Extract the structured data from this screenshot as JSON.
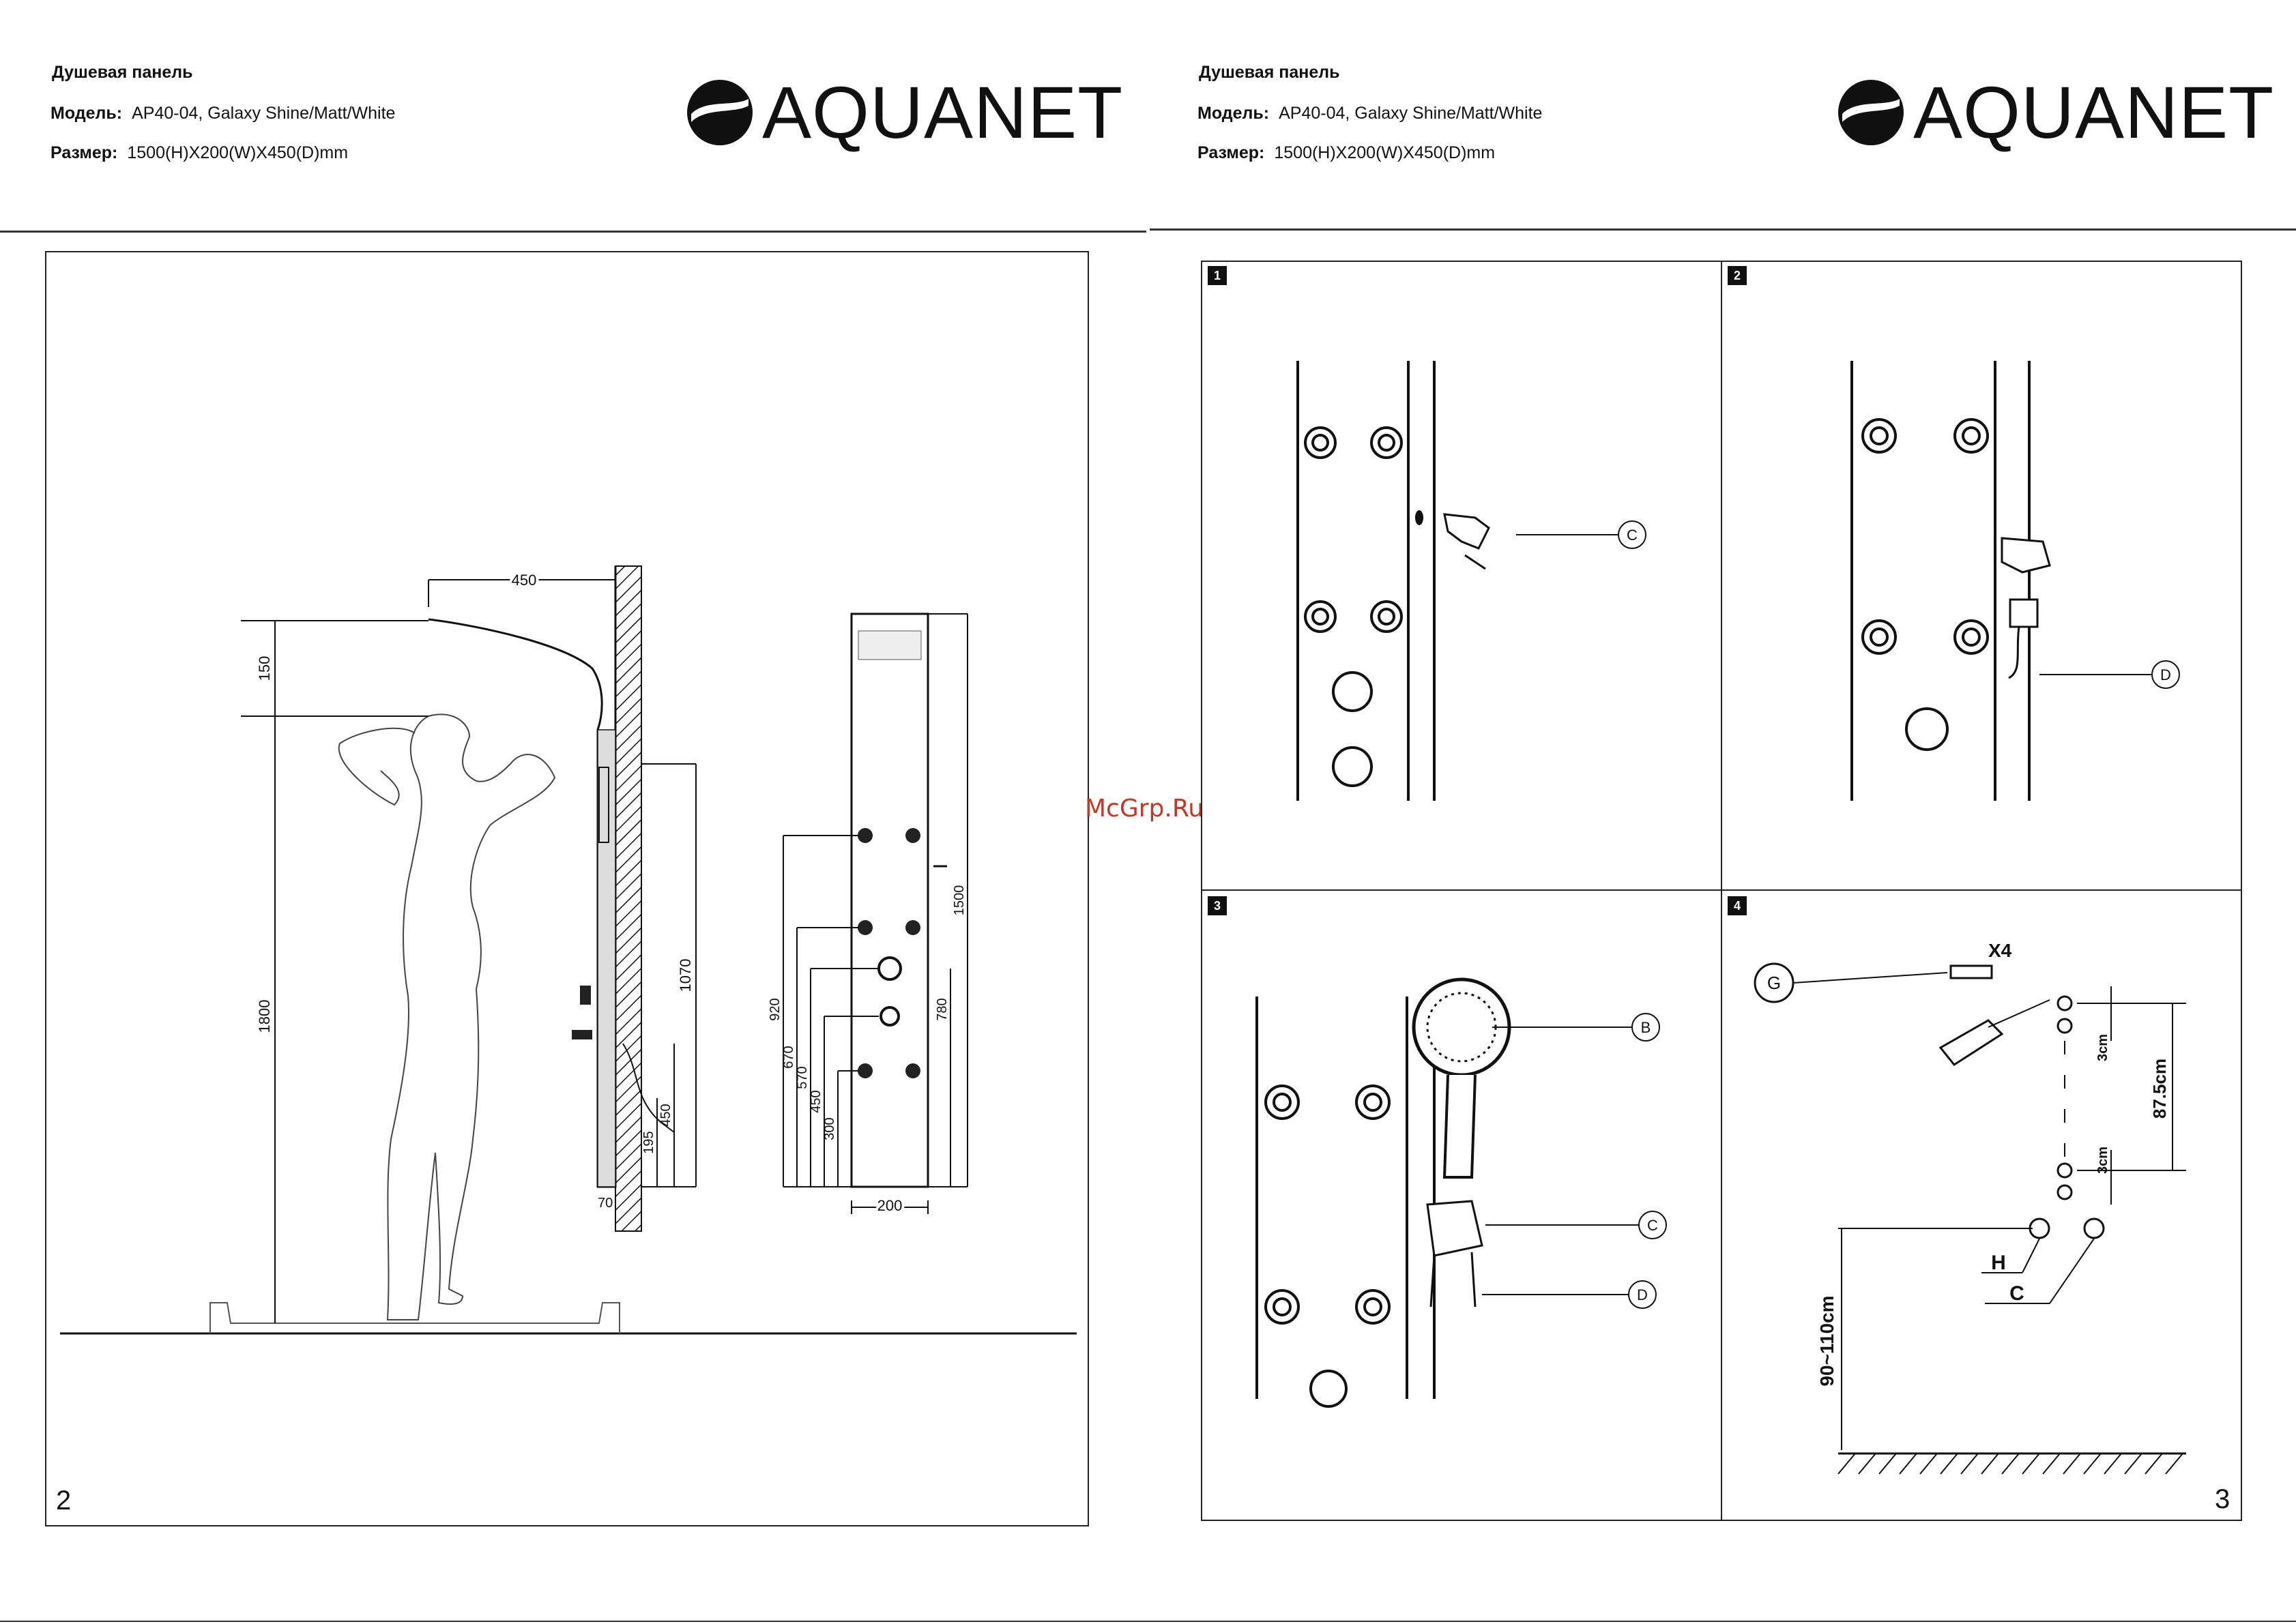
{
  "left_page": {
    "product_type": "Душевая панель",
    "model_label": "Модель:",
    "model_value": "AP40-04, Galaxy Shine/Matt/White",
    "size_label": "Размер:",
    "size_value": "1500(H)X200(W)X450(D)mm",
    "logo_text": "AQUANET",
    "page_number": "2",
    "dimensions": {
      "d450_top": "450",
      "d150": "150",
      "d1800": "1800",
      "d1070": "1070",
      "d450_side": "450",
      "d195": "195",
      "d70": "70",
      "d920": "920",
      "d670": "670",
      "d570": "570",
      "d450_front": "450",
      "d300": "300",
      "d1500": "1500",
      "d780": "780",
      "d200": "200"
    }
  },
  "right_page": {
    "product_type": "Душевая панель",
    "model_label": "Модель:",
    "model_value": "AP40-04, Galaxy Shine/Matt/White",
    "size_label": "Размер:",
    "size_value": "1500(H)X200(W)X450(D)mm",
    "logo_text": "AQUANET",
    "page_number": "3",
    "steps": [
      {
        "number": "1",
        "callouts": [
          "C"
        ]
      },
      {
        "number": "2",
        "callouts": [
          "D"
        ]
      },
      {
        "number": "3",
        "callouts": [
          "B",
          "C",
          "D"
        ]
      },
      {
        "number": "4",
        "callouts": [
          "G",
          "H",
          "C"
        ],
        "qty": "X4",
        "dim_3cm": "3cm",
        "dim_875": "87.5cm",
        "dim_height": "90~110cm"
      }
    ]
  },
  "watermark": "McGrp.Ru"
}
